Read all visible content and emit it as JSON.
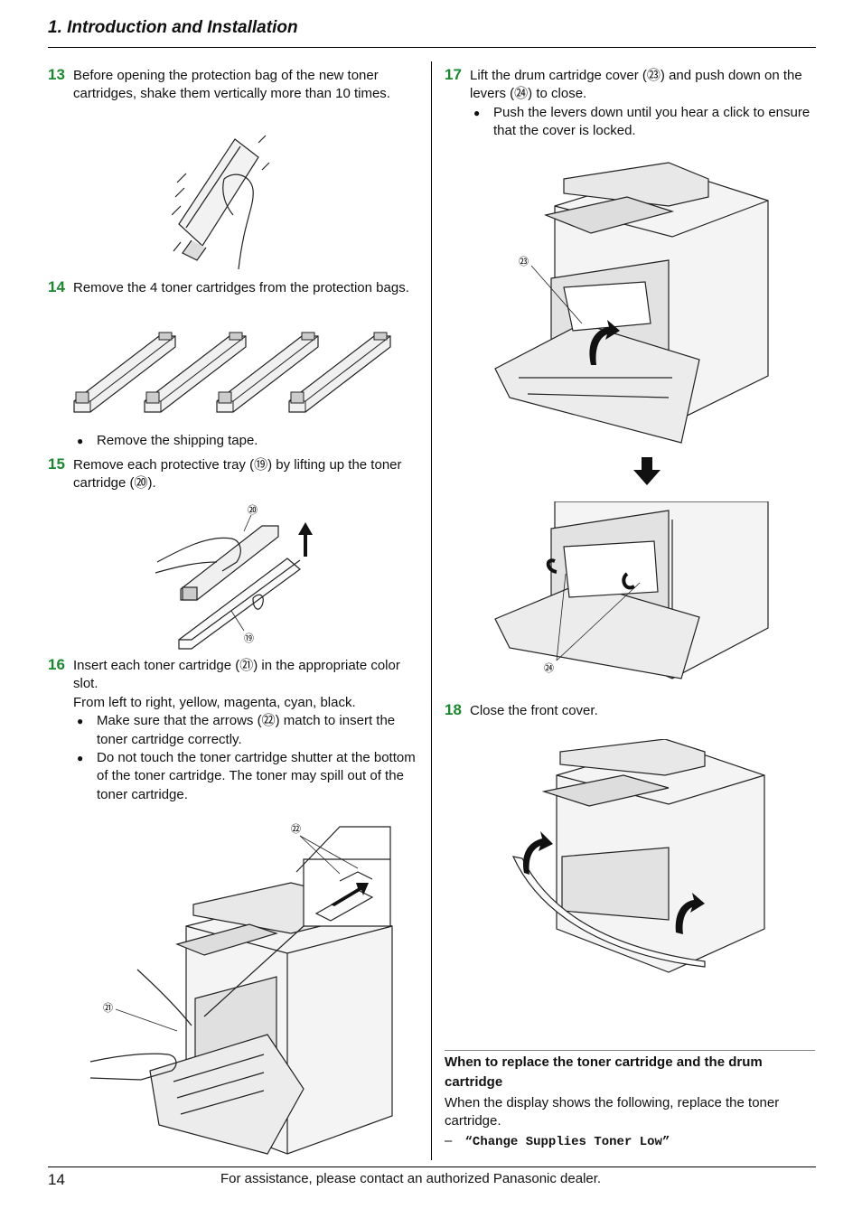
{
  "header": {
    "title": "1. Introduction and Installation"
  },
  "steps": {
    "s13": {
      "num": "13",
      "text": "Before opening the protection bag of the new toner cartridges, shake them vertically more than 10 times."
    },
    "s14": {
      "num": "14",
      "text": "Remove the 4 toner cartridges from the protection bags.",
      "bullet1": "Remove the shipping tape."
    },
    "s15": {
      "num": "15",
      "text": "Remove each protective tray (⑲) by lifting up the toner cartridge (⑳)."
    },
    "s16": {
      "num": "16",
      "text": "Insert each toner cartridge (㉑) in the appropriate color slot.",
      "text2": "From left to right, yellow, magenta, cyan, black.",
      "bullet1": "Make sure that the arrows (㉒) match to insert the toner cartridge correctly.",
      "bullet2": "Do not touch the toner cartridge shutter at the bottom of the toner cartridge. The toner may spill out of the toner cartridge."
    },
    "s17": {
      "num": "17",
      "text": "Lift the drum cartridge cover (㉓) and push down on the levers (㉔) to close.",
      "bullet1": "Push the levers down until you hear a click to ensure that the cover is locked."
    },
    "s18": {
      "num": "18",
      "text": "Close the front cover."
    }
  },
  "callouts": {
    "c23": "⑲",
    "c24": "⑳",
    "c25": "㉑",
    "c26": "㉒",
    "c27": "㉓",
    "c28": "㉔"
  },
  "note": {
    "heading": "When to replace the toner cartridge and the drum cartridge",
    "text": "When the display shows the following, replace the toner cartridge.",
    "dash": "–",
    "message": "“Change Supplies Toner Low”"
  },
  "footer": {
    "page_number": "14",
    "text": "For assistance, please contact an authorized Panasonic dealer."
  },
  "colors": {
    "step_number": "#1a8a2e"
  }
}
